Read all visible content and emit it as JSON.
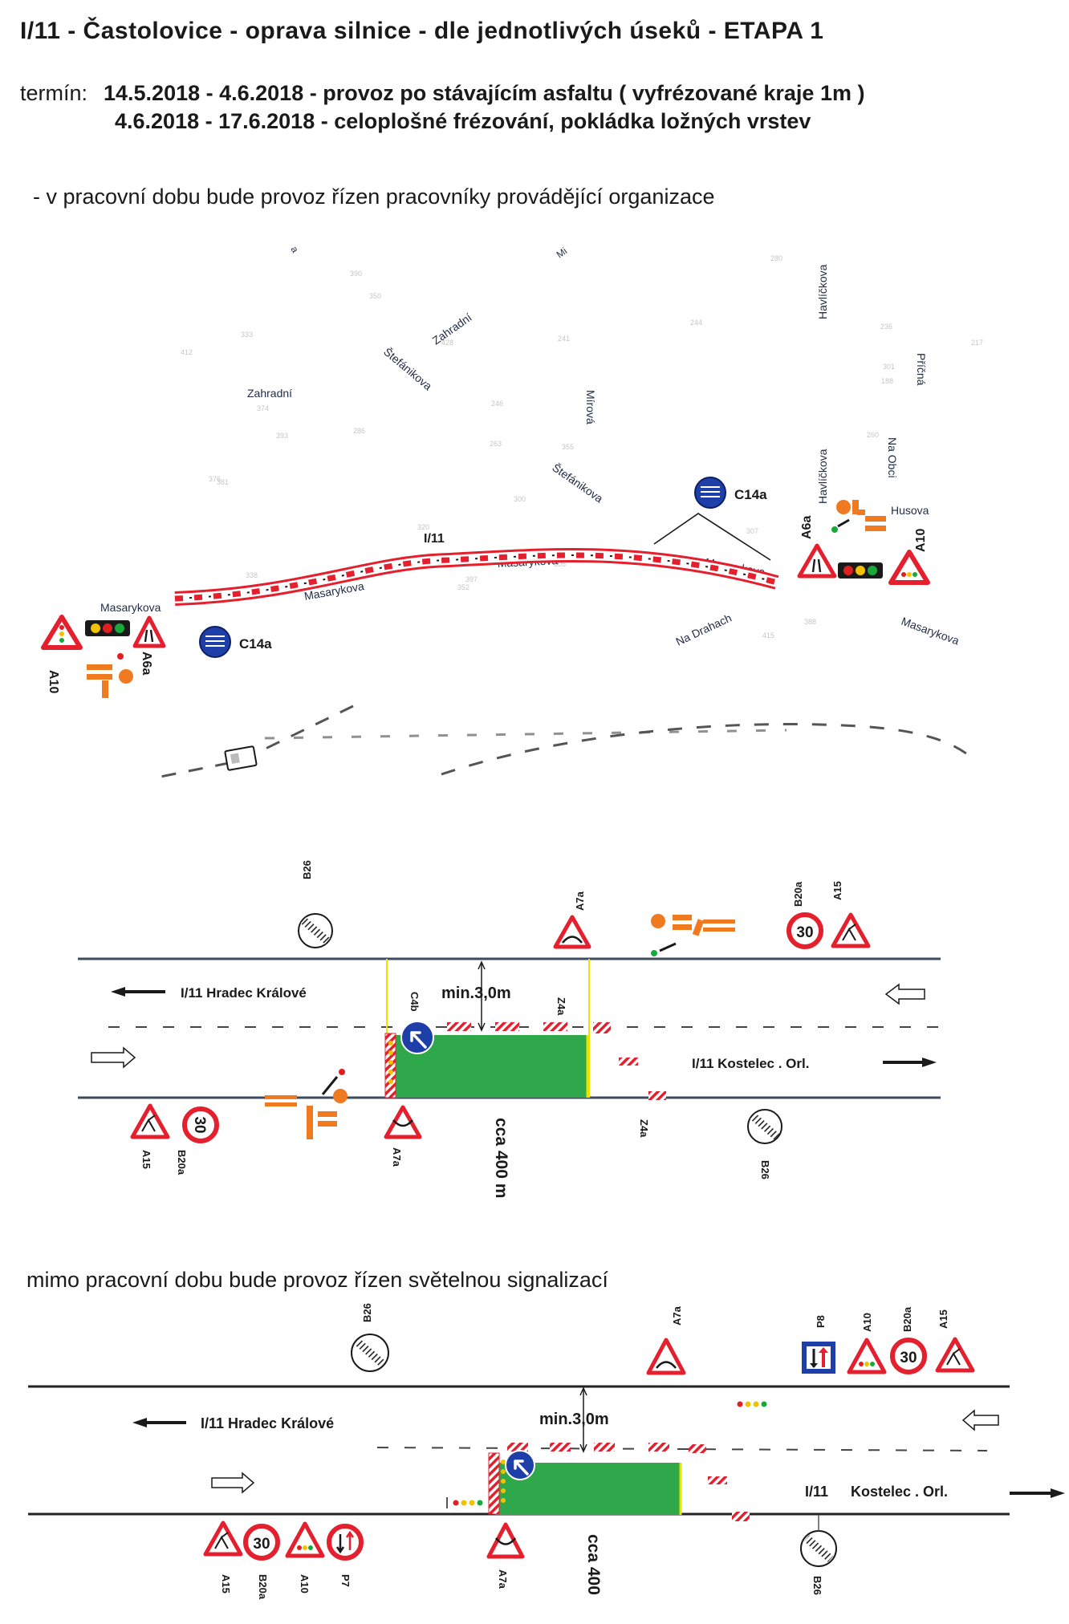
{
  "header": {
    "title": "I/11 - Častolovice - oprava silnice - dle jednotlivých úseků - ETAPA 1",
    "term_label": "termín:",
    "term_1": "14.5.2018 -   4.6.2018 - provoz po stávajícím asfaltu ( vyfrézované kraje 1m )",
    "term_2": "4.6.2018 - 17.6.2018 - celoplošné frézování, pokládka ložných vrstev",
    "note_work_hours": "- v pracovní dobu bude provoz  řízen pracovníky provádějící organizace"
  },
  "map": {
    "streets": {
      "zahradni_1": "Zahradní",
      "zahradni_2": "Zahradní",
      "stefanikova_1": "Štefánikova",
      "stefanikova_2": "Štefánikova",
      "mirova": "Mírová",
      "havlickova_1": "Havlíčkova",
      "havlickova_2": "Havlíčkova",
      "pricna": "Příčná",
      "na_obci": "Na Obci",
      "husova": "Husova",
      "masarykova_left": "Masarykova",
      "masarykova_mid1": "Masarykova",
      "masarykova_mid2": "Masarykova",
      "masarykova_mid3": "Masarykova",
      "masarykova_right": "Masarykova",
      "na_drahach": "Na Drahach",
      "frag_a": "a",
      "frag_mi": "Mi"
    },
    "road_label": "I/11",
    "signs": {
      "c14a_top": "C14a",
      "c14a_bottom": "C14a",
      "a6a_left": "A6a",
      "a6a_right": "A6a",
      "a10_left": "A10",
      "a10_right": "A10"
    }
  },
  "diagram1": {
    "label_west": "I/11 Hradec Králové",
    "label_east": "I/11 Kostelec . Orl.",
    "min_width": "min.3,0m",
    "length": "cca  400  m",
    "signs": {
      "b26_top": "B26",
      "a7a_top": "A7a",
      "b20a_top": "B20a",
      "a15_top": "A15",
      "c4b": "C4b",
      "z4a_top": "Z4a",
      "a15_bottom": "A15",
      "b20a_bottom": "B20a",
      "a7a_bottom": "A7a",
      "z4a_bottom": "Z4a",
      "b26_bottom": "B26",
      "speed": "30"
    }
  },
  "note_off_hours": "mimo pracovní dobu bude provoz řízen světelnou signalizací",
  "diagram2": {
    "label_west": "I/11  Hradec Králové",
    "label_east_a": "I/11",
    "label_east_b": "Kostelec . Orl.",
    "min_width": "min.3,0m",
    "length": "cca  400",
    "signs": {
      "b26_top": "B26",
      "a7a_top": "A7a",
      "p8": "P8",
      "a10": "A10",
      "b20a": "B20a",
      "a15": "A15",
      "a15_bottom": "A15",
      "b20a_bottom": "B20a",
      "a10_bottom": "A10",
      "p7": "P7",
      "a7a_bottom": "A7a",
      "b26_bottom": "B26",
      "speed": "30"
    }
  },
  "colors": {
    "sign_red": "#e5202e",
    "sign_blue": "#1f3fa8",
    "work_zone_green": "#2ea84a",
    "worker_orange": "#f07a1f",
    "road_line": "#3c4c5e",
    "text": "#1a1a1a",
    "light_red": "#e02020",
    "light_yellow": "#f2c200",
    "light_green": "#19a83a"
  }
}
